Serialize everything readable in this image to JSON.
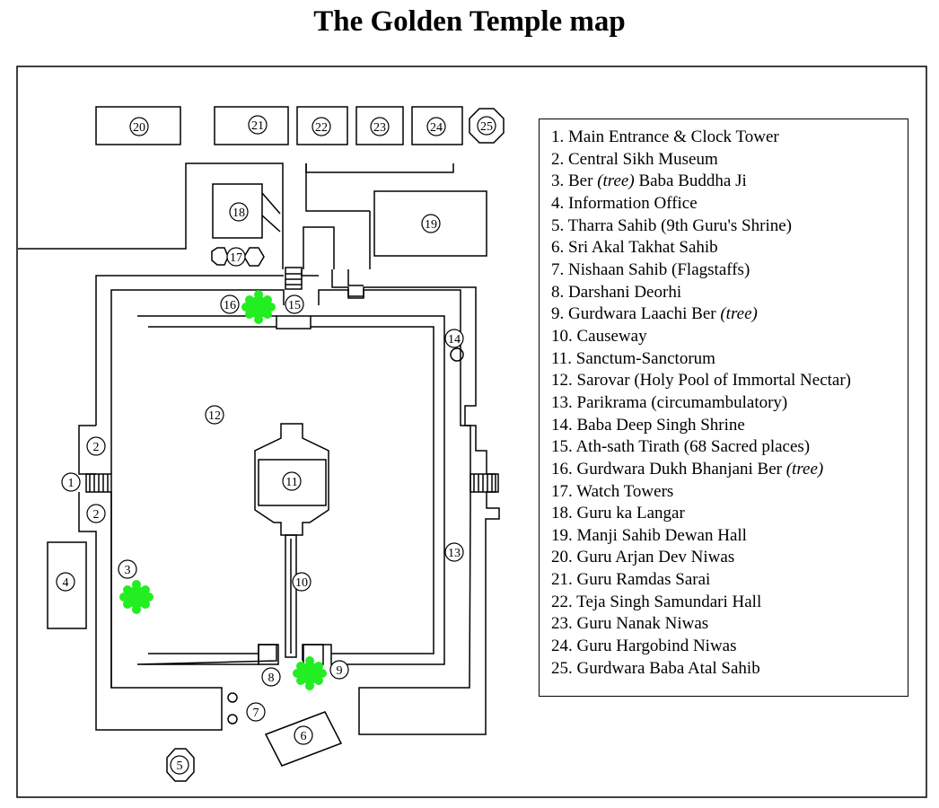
{
  "title": "The Golden Temple map",
  "colors": {
    "line": "#000000",
    "tree": "#22ee22",
    "background": "#ffffff"
  },
  "markers": [
    "1",
    "2",
    "2",
    "3",
    "4",
    "5",
    "6",
    "7",
    "8",
    "9",
    "10",
    "11",
    "12",
    "13",
    "14",
    "15",
    "16",
    "17",
    "18",
    "19",
    "20",
    "21",
    "22",
    "23",
    "24",
    "25"
  ],
  "legend": [
    {
      "num": "1.",
      "text": "Main Entrance & Clock Tower",
      "italic": "",
      "rest": ""
    },
    {
      "num": "2.",
      "text": "Central Sikh Museum",
      "italic": "",
      "rest": ""
    },
    {
      "num": "3.",
      "text": "Ber ",
      "italic": "(tree)",
      "rest": " Baba Buddha Ji"
    },
    {
      "num": "4.",
      "text": "Information Office",
      "italic": "",
      "rest": ""
    },
    {
      "num": "5.",
      "text": "Tharra Sahib (9th Guru's Shrine)",
      "italic": "",
      "rest": ""
    },
    {
      "num": "6.",
      "text": "Sri Akal Takhat Sahib",
      "italic": "",
      "rest": ""
    },
    {
      "num": "7.",
      "text": "Nishaan Sahib (Flagstaffs)",
      "italic": "",
      "rest": ""
    },
    {
      "num": "8.",
      "text": "Darshani Deorhi",
      "italic": "",
      "rest": ""
    },
    {
      "num": "9.",
      "text": "Gurdwara Laachi Ber ",
      "italic": "(tree)",
      "rest": ""
    },
    {
      "num": "10.",
      "text": "Causeway",
      "italic": "",
      "rest": ""
    },
    {
      "num": "11.",
      "text": "Sanctum-Sanctorum",
      "italic": "",
      "rest": ""
    },
    {
      "num": "12.",
      "text": "Sarovar (Holy Pool of Immortal Nectar)",
      "italic": "",
      "rest": ""
    },
    {
      "num": "13.",
      "text": "Parikrama (circumambulatory)",
      "italic": "",
      "rest": ""
    },
    {
      "num": "14.",
      "text": "Baba Deep Singh Shrine",
      "italic": "",
      "rest": ""
    },
    {
      "num": "15.",
      "text": "Ath-sath Tirath (68 Sacred places)",
      "italic": "",
      "rest": ""
    },
    {
      "num": "16.",
      "text": "Gurdwara Dukh Bhanjani Ber ",
      "italic": "(tree)",
      "rest": ""
    },
    {
      "num": "17.",
      "text": "Watch Towers",
      "italic": "",
      "rest": ""
    },
    {
      "num": "18.",
      "text": "Guru ka Langar",
      "italic": "",
      "rest": ""
    },
    {
      "num": "19.",
      "text": "Manji Sahib Dewan Hall",
      "italic": "",
      "rest": ""
    },
    {
      "num": "20.",
      "text": "Guru Arjan Dev Niwas",
      "italic": "",
      "rest": ""
    },
    {
      "num": "21.",
      "text": "Guru Ramdas Sarai",
      "italic": "",
      "rest": ""
    },
    {
      "num": "22.",
      "text": "Teja Singh Samundari Hall",
      "italic": "",
      "rest": ""
    },
    {
      "num": "23.",
      "text": "Guru Nanak Niwas",
      "italic": "",
      "rest": ""
    },
    {
      "num": "24.",
      "text": "Guru Hargobind Niwas",
      "italic": "",
      "rest": ""
    },
    {
      "num": "25.",
      "text": "Gurdwara Baba Atal Sahib",
      "italic": "",
      "rest": ""
    }
  ]
}
